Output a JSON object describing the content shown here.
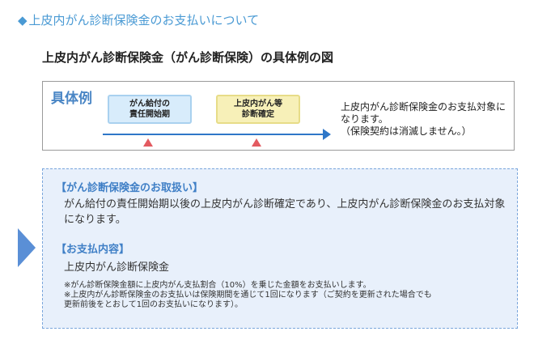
{
  "page": {
    "heading_marker": "◆",
    "heading": "上皮内がん診断保険金のお支払いについて"
  },
  "example": {
    "subheading": "上皮内がん診断保険金（がん診断保険）の具体例の図",
    "label": "具体例",
    "stage_a": [
      "がん給付の",
      "責任開始期"
    ],
    "stage_b": [
      "上皮内がん等",
      "診断確定"
    ],
    "note_lines": [
      "上皮内がん診断保険金のお支払対象に",
      "なります。",
      "（保険契約は消滅しません。）"
    ]
  },
  "details": {
    "handling_title": "【がん診断保険金のお取扱い】",
    "handling_text": "がん給付の責任開始期以後の上皮内がん診断確定であり、上皮内がん診断保険金のお支払対象になります。",
    "payment_title": "【お支払内容】",
    "payment_text": "上皮内がん診断保険金",
    "notes": [
      "※がん診断保険金額に上皮内がん支払割合（10%）を乗じた金額をお支払いします。",
      "※上皮内がん診断保険金のお支払いは保険期間を通じて1回になります（ご契約を更新された場合でも",
      "更新前後をとおして1回のお支払いになります）。"
    ]
  },
  "colors": {
    "accent_blue": "#4a9ad4",
    "timeline_blue": "#2f77c8",
    "marker_red": "#e35a60",
    "panel_bg": "#e8f0fb"
  }
}
